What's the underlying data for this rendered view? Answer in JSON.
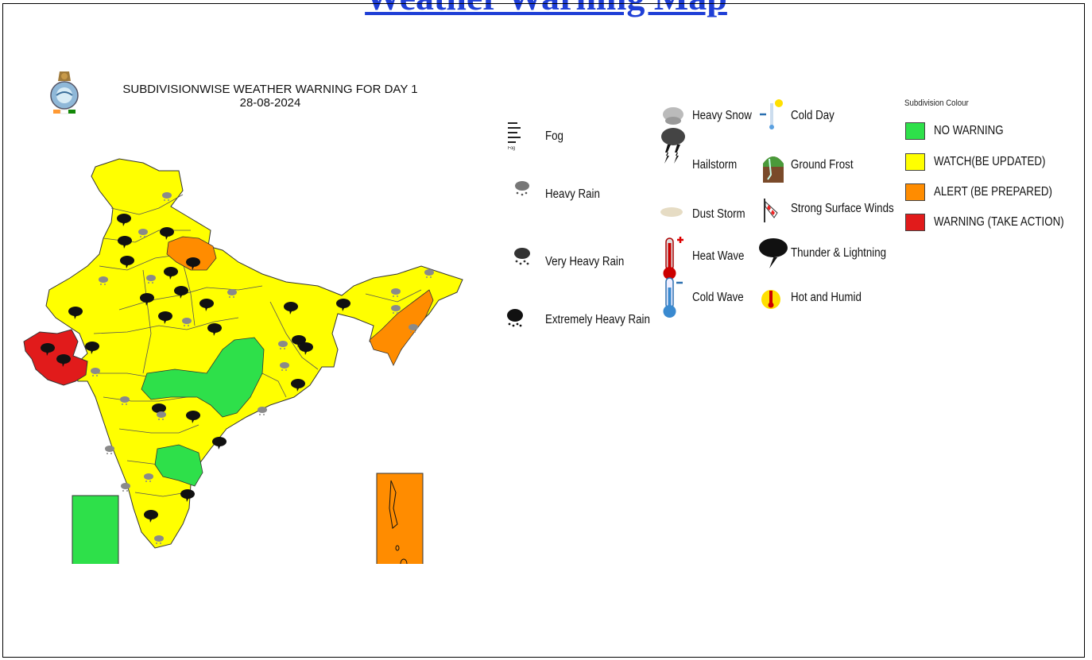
{
  "header": {
    "link_text": "Weather Warning Map"
  },
  "map": {
    "title": "SUBDIVISIONWISE WEATHER WARNING FOR DAY 1",
    "date": "28-08-2024",
    "region_colors": {
      "no_warning": "#2ee04a",
      "watch": "#ffff00",
      "alert": "#ff8c00",
      "warning": "#e11b1b"
    }
  },
  "phenomena_legend": [
    {
      "label": "Fog",
      "icon": "fog-icon"
    },
    {
      "label": "Heavy Rain",
      "icon": "heavy-rain-icon"
    },
    {
      "label": "Very Heavy Rain",
      "icon": "very-heavy-rain-icon"
    },
    {
      "label": "Extremely Heavy Rain",
      "icon": "extremely-heavy-rain-icon"
    },
    {
      "label": "Heavy Snow",
      "icon": "heavy-snow-icon"
    },
    {
      "label": "Hailstorm",
      "icon": "hailstorm-icon"
    },
    {
      "label": "Dust Storm",
      "icon": "dust-storm-icon"
    },
    {
      "label": "Heat Wave",
      "icon": "heat-wave-icon"
    },
    {
      "label": "Cold Wave",
      "icon": "cold-wave-icon"
    },
    {
      "label": "Cold Day",
      "icon": "cold-day-icon"
    },
    {
      "label": "Ground Frost",
      "icon": "ground-frost-icon"
    },
    {
      "label": "Strong Surface Winds",
      "icon": "windsock-icon"
    },
    {
      "label": "Thunder & Lightning",
      "icon": "thunder-lightning-icon"
    },
    {
      "label": "Hot and Humid",
      "icon": "hot-humid-icon"
    }
  ],
  "color_legend": {
    "caption": "Subdivision Colour",
    "items": [
      {
        "label": "NO WARNING",
        "color": "#2ee04a"
      },
      {
        "label": "WATCH(BE UPDATED)",
        "color": "#ffff00"
      },
      {
        "label": "ALERT (BE PREPARED)",
        "color": "#ff8c00"
      },
      {
        "label": "WARNING (TAKE ACTION)",
        "color": "#e11b1b"
      }
    ]
  },
  "fog_icon_caption": "Fog"
}
